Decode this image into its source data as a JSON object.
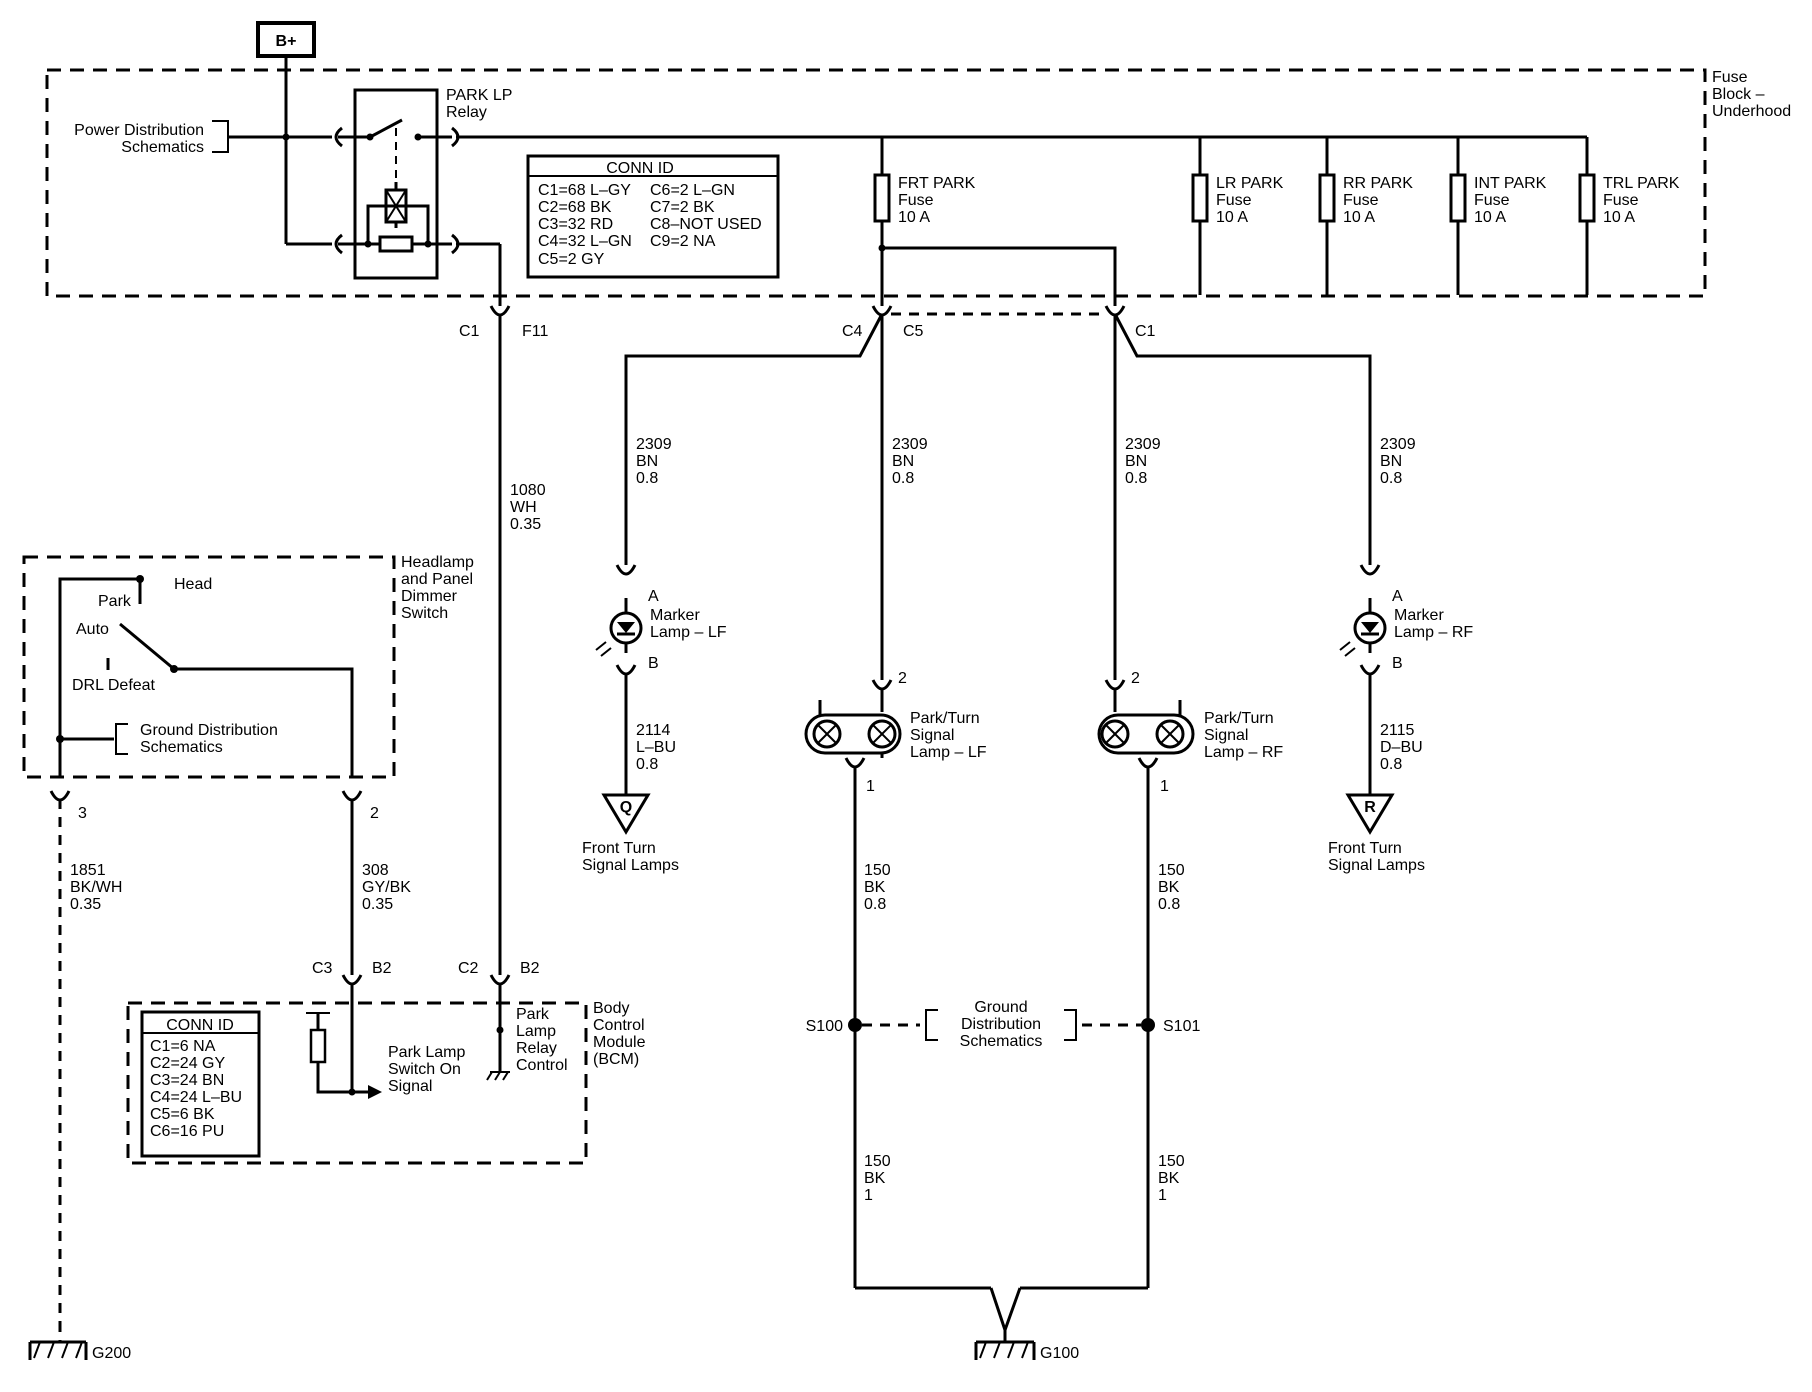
{
  "power": {
    "bplus": "B+"
  },
  "fuse_block": {
    "title": [
      "Fuse",
      "Block –",
      "Underhood"
    ],
    "pds": [
      "Power Distribution",
      "Schematics"
    ],
    "relay": [
      "PARK LP",
      "Relay"
    ],
    "conn_id": {
      "title": "CONN ID",
      "left": [
        "C1=68 L–GY",
        "C2=68 BK",
        "C3=32 RD",
        "C4=32 L–GN",
        "C5=2 GY"
      ],
      "right": [
        "C6=2 L–GN",
        "C7=2 BK",
        "C8–NOT USED",
        "C9=2 NA"
      ]
    },
    "fuses": [
      {
        "name": "FRT PARK",
        "type": "Fuse",
        "rating": "10 A"
      },
      {
        "name": "LR PARK",
        "type": "Fuse",
        "rating": "10 A"
      },
      {
        "name": "RR PARK",
        "type": "Fuse",
        "rating": "10 A"
      },
      {
        "name": "INT PARK",
        "type": "Fuse",
        "rating": "10 A"
      },
      {
        "name": "TRL PARK",
        "type": "Fuse",
        "rating": "10 A"
      }
    ]
  },
  "connectors": {
    "c1": "C1",
    "f11": "F11",
    "c4": "C4",
    "c5": "C5",
    "c1b": "C1",
    "pin3": "3",
    "pin2": "2",
    "c3": "C3",
    "b2a": "B2",
    "c2": "C2",
    "b2b": "B2",
    "a_lf": "A",
    "b_lf": "B",
    "a_rf": "A",
    "b_rf": "B",
    "p2_lf": "2",
    "p1_lf": "1",
    "p2_rf": "2",
    "p1_rf": "1"
  },
  "wires": {
    "w1080": [
      "1080",
      "WH",
      "0.35"
    ],
    "w2309a": [
      "2309",
      "BN",
      "0.8"
    ],
    "w2309b": [
      "2309",
      "BN",
      "0.8"
    ],
    "w2309c": [
      "2309",
      "BN",
      "0.8"
    ],
    "w2309d": [
      "2309",
      "BN",
      "0.8"
    ],
    "w2114": [
      "2114",
      "L–BU",
      "0.8"
    ],
    "w2115": [
      "2115",
      "D–BU",
      "0.8"
    ],
    "w1851": [
      "1851",
      "BK/WH",
      "0.35"
    ],
    "w308": [
      "308",
      "GY/BK",
      "0.35"
    ],
    "w150a": [
      "150",
      "BK",
      "0.8"
    ],
    "w150b": [
      "150",
      "BK",
      "0.8"
    ],
    "w150c": [
      "150",
      "BK",
      "1"
    ],
    "w150d": [
      "150",
      "BK",
      "1"
    ]
  },
  "headlamp_switch": {
    "title": [
      "Headlamp",
      "and Panel",
      "Dimmer",
      "Switch"
    ],
    "head": "Head",
    "park": "Park",
    "auto": "Auto",
    "drl": "DRL Defeat",
    "gds": [
      "Ground Distribution",
      "Schematics"
    ]
  },
  "lamps": {
    "marker_lf": [
      "Marker",
      "Lamp – LF"
    ],
    "marker_rf": [
      "Marker",
      "Lamp – RF"
    ],
    "park_lf": [
      "Park/Turn",
      "Signal",
      "Lamp – LF"
    ],
    "park_rf": [
      "Park/Turn",
      "Signal",
      "Lamp – RF"
    ],
    "ref_q": "Q",
    "ref_r": "R",
    "front_turn_q": [
      "Front Turn",
      "Signal Lamps"
    ],
    "front_turn_r": [
      "Front Turn",
      "Signal Lamps"
    ]
  },
  "bcm": {
    "title": [
      "Body",
      "Control",
      "Module",
      "(BCM)"
    ],
    "conn_id_title": "CONN ID",
    "conn_id": [
      "C1=6 NA",
      "C2=24 GY",
      "C3=24 BN",
      "C4=24 L–BU",
      "C5=6 BK",
      "C6=16 PU"
    ],
    "park_switch": [
      "Park Lamp",
      "Switch On",
      "Signal"
    ],
    "relay_ctrl": [
      "Park",
      "Lamp",
      "Relay",
      "Control"
    ]
  },
  "splices": {
    "s100": "S100",
    "s101": "S101",
    "gds": [
      "Ground",
      "Distribution",
      "Schematics"
    ]
  },
  "grounds": {
    "g200": "G200",
    "g100": "G100"
  }
}
